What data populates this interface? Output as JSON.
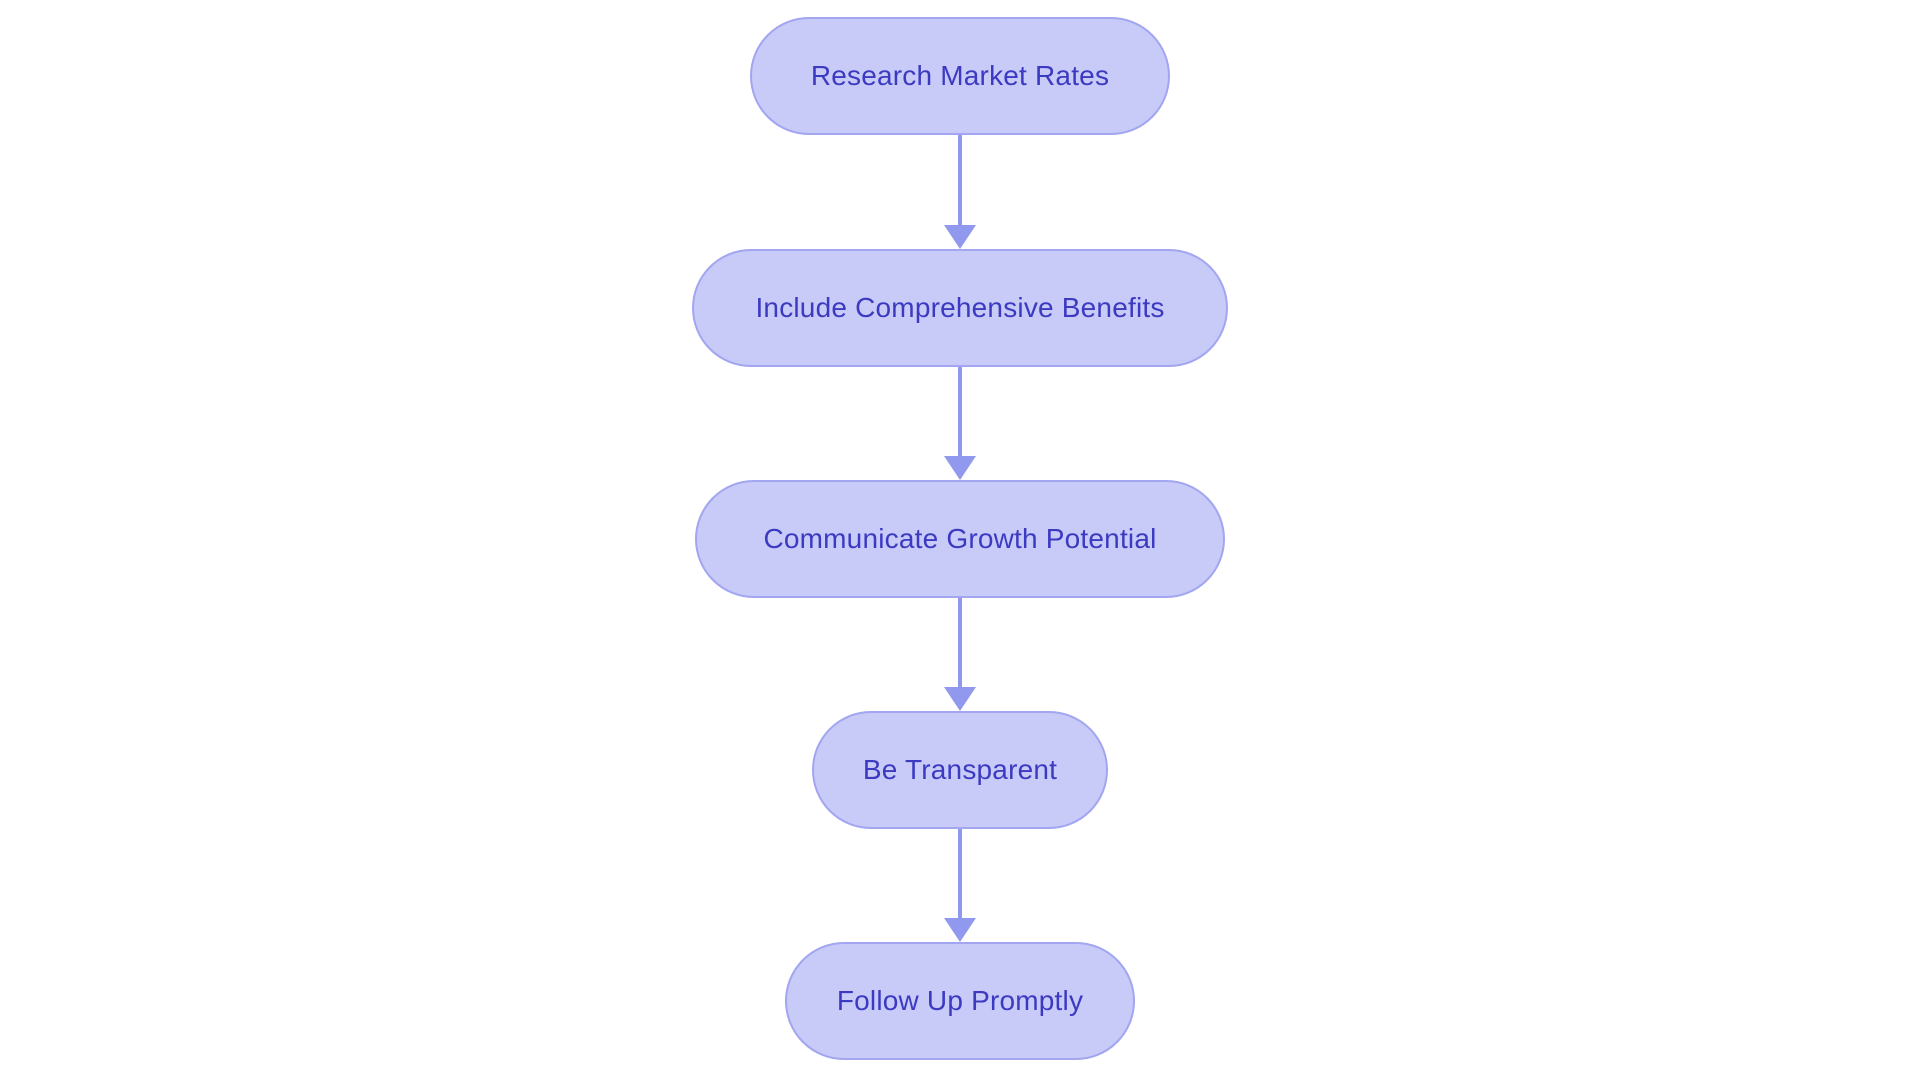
{
  "diagram": {
    "type": "flowchart",
    "direction": "top-down",
    "nodes": [
      {
        "id": "step-1",
        "label": "Research Market Rates"
      },
      {
        "id": "step-2",
        "label": "Include Comprehensive Benefits"
      },
      {
        "id": "step-3",
        "label": "Communicate Growth Potential"
      },
      {
        "id": "step-4",
        "label": "Be Transparent"
      },
      {
        "id": "step-5",
        "label": "Follow Up Promptly"
      }
    ],
    "edges": [
      {
        "from": "step-1",
        "to": "step-2"
      },
      {
        "from": "step-2",
        "to": "step-3"
      },
      {
        "from": "step-3",
        "to": "step-4"
      },
      {
        "from": "step-4",
        "to": "step-5"
      }
    ]
  },
  "colors": {
    "background": "#ffffff",
    "node_fill": "#c8caf8",
    "node_border": "#a2a6f0",
    "node_text": "#3b3ac1",
    "arrow": "#9199ee"
  }
}
